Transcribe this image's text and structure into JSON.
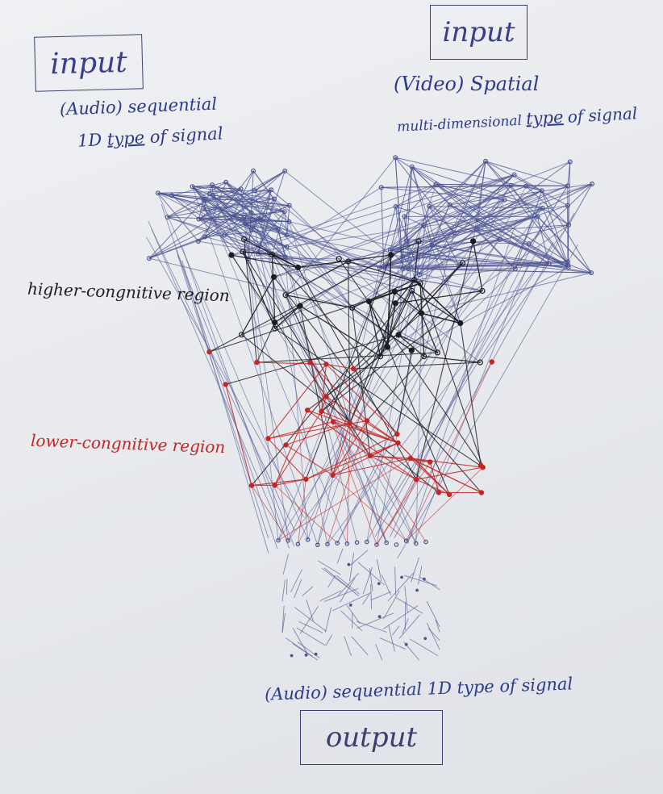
{
  "left_input": {
    "box_label": "input",
    "desc_line1": "(Audio) sequential",
    "desc_line2_prefix": "1D",
    "desc_line2_type": "type",
    "desc_line2_suffix": "of signal"
  },
  "right_input": {
    "box_label": "input",
    "desc_line1": "(Video) Spatial",
    "desc_line2_prefix": "multi-dimensional",
    "desc_line2_type": "type",
    "desc_line2_suffix": "of signal"
  },
  "regions": {
    "higher": "higher-congnitive region",
    "lower": "lower-congnitive region"
  },
  "output": {
    "desc": "(Audio) sequential 1D type of signal",
    "box_label": "output"
  },
  "colors": {
    "ink_blue": "#2c3a8c",
    "ink_black": "#1c1c22",
    "ink_red": "#c42525",
    "net_blue": "#4c5490",
    "box_border": "#3a3f6e"
  }
}
